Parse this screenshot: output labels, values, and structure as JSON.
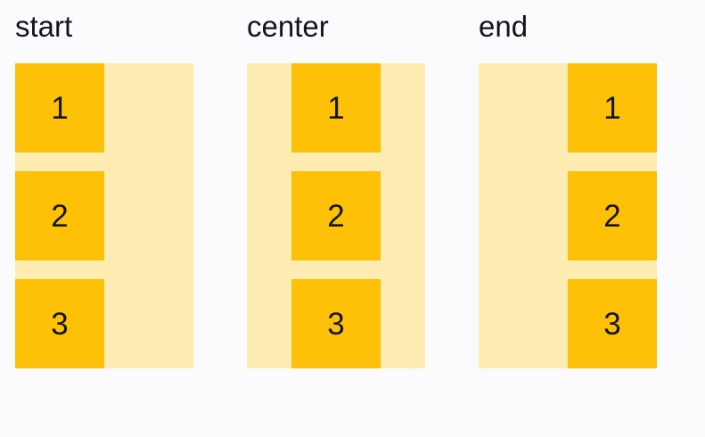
{
  "colors": {
    "page-bg": "#fbfbfe",
    "container-bg": "#ffecb3",
    "item-bg": "#ffc107",
    "text": "#15141a"
  },
  "demos": [
    {
      "label": "start",
      "alignment": "start",
      "items": [
        "1",
        "2",
        "3"
      ]
    },
    {
      "label": "center",
      "alignment": "center",
      "items": [
        "1",
        "2",
        "3"
      ]
    },
    {
      "label": "end",
      "alignment": "end",
      "items": [
        "1",
        "2",
        "3"
      ]
    }
  ]
}
